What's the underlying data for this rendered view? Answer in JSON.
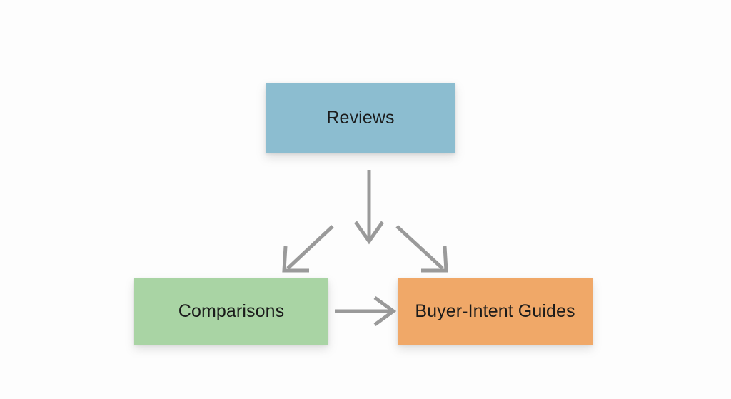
{
  "diagram": {
    "background_color": "#fdfdfd",
    "arrow_color": "#9a9a9a",
    "title": "",
    "nodes": [
      {
        "id": "reviews",
        "label": "Reviews",
        "color": "#8cbdd0",
        "text_color": "#1b1b1b"
      },
      {
        "id": "comparisons",
        "label": "Comparisons",
        "color": "#a9d4a4",
        "text_color": "#1b1b1b"
      },
      {
        "id": "buyer-intent",
        "label": "Buyer-Intent Guides",
        "color": "#f0a868",
        "text_color": "#1b1b1b"
      }
    ],
    "edges": [
      {
        "id": "reviews-down",
        "from": "reviews",
        "to": "",
        "label": ""
      },
      {
        "id": "reviews-to-comparisons",
        "from": "reviews",
        "to": "comparisons",
        "label": ""
      },
      {
        "id": "reviews-to-buyer-intent",
        "from": "reviews",
        "to": "buyer-intent",
        "label": ""
      },
      {
        "id": "comparisons-to-buyer-intent",
        "from": "comparisons",
        "to": "buyer-intent",
        "label": ""
      }
    ]
  }
}
